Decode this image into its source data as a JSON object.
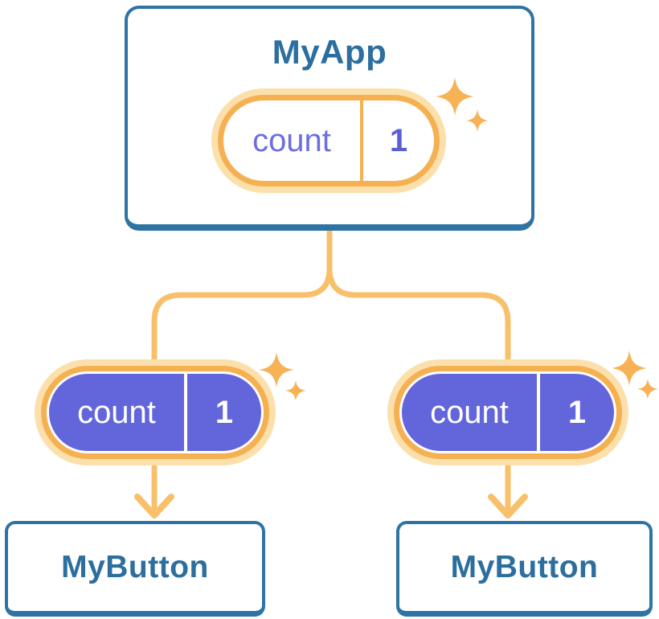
{
  "diagram": {
    "description": "React state tree: parent component holding state passed down as props to two children",
    "root_card": {
      "title": "MyApp",
      "pill": {
        "label": "count",
        "value": "1"
      }
    },
    "child_cards": [
      {
        "title": "MyButton",
        "pill": {
          "label": "count",
          "value": "1"
        }
      },
      {
        "title": "MyButton",
        "pill": {
          "label": "count",
          "value": "1"
        }
      }
    ],
    "colors": {
      "card_border": "#2D73A3",
      "card_text": "#2C6E9E",
      "pill_ring": "#F5B052",
      "pill_halo": "#FCE0AC",
      "connector_line": "#F8C06A",
      "sparkle": "#F6B254",
      "state_fill": "#6366DB",
      "state_label_text": "#6B6FE0",
      "state_value_text": "#5A5FD8",
      "child_pill_text": "#FFFFFF"
    }
  }
}
